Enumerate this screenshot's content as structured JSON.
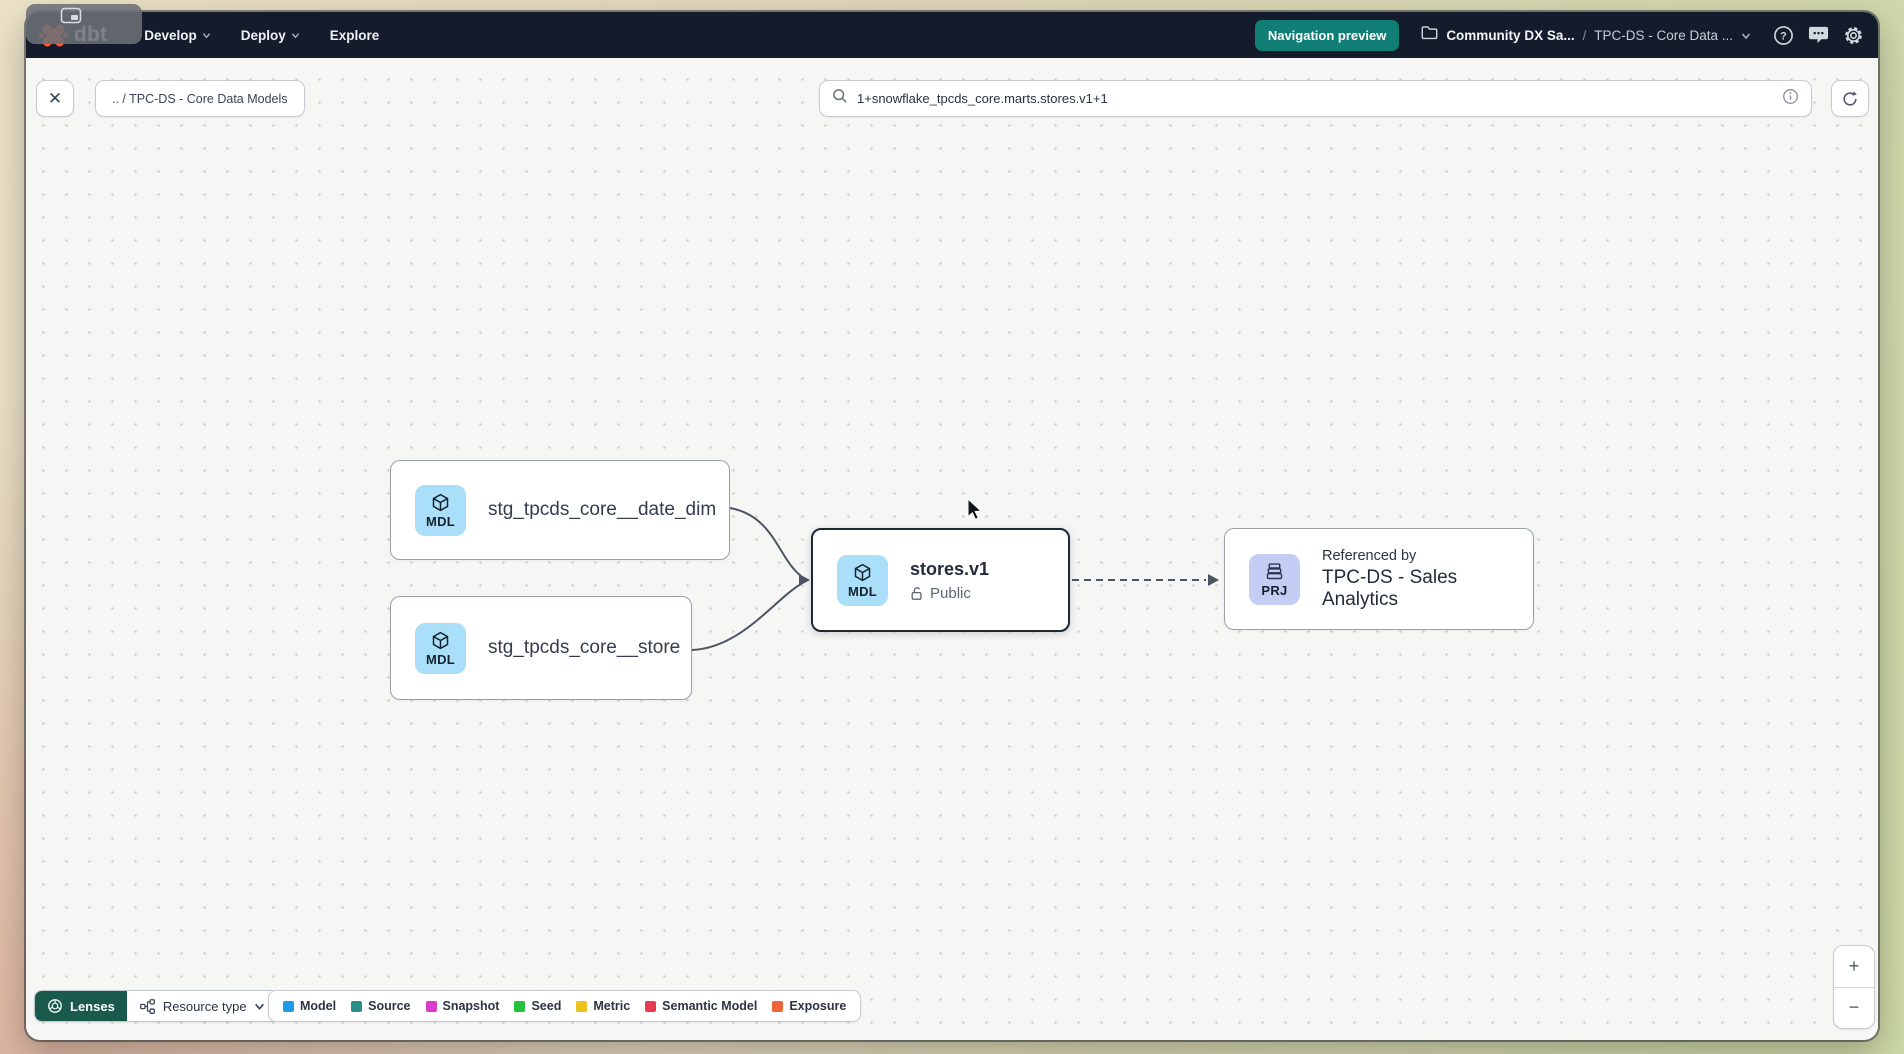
{
  "topnav": {
    "brand": "dbt",
    "menu": [
      {
        "label": "Develop"
      },
      {
        "label": "Deploy"
      },
      {
        "label": "Explore"
      }
    ],
    "preview_badge": "Navigation preview",
    "account": "Community DX Sa...",
    "breadcrumb_sep": "/",
    "project": "TPC-DS - Core Data ..."
  },
  "toolbar": {
    "close": "✕",
    "path_chip": ".. / TPC-DS - Core Data Models",
    "search_value": "1+snowflake_tpcds_core.marts.stores.v1+1"
  },
  "graph": {
    "nodes": [
      {
        "badge": "MDL",
        "label": "stg_tpcds_core__date_dim"
      },
      {
        "badge": "MDL",
        "label": "stg_tpcds_core__store"
      },
      {
        "badge": "MDL",
        "label": "stores.v1",
        "access": "Public"
      },
      {
        "badge": "PRJ",
        "title": "Referenced by",
        "label": "TPC-DS - Sales Analytics"
      }
    ]
  },
  "controls": {
    "lenses": "Lenses",
    "resource_type": "Resource type",
    "zoom_in": "+",
    "zoom_out": "−"
  },
  "legend": [
    {
      "label": "Model",
      "color": "#1c9be8"
    },
    {
      "label": "Source",
      "color": "#2a8f88"
    },
    {
      "label": "Snapshot",
      "color": "#da3bc8"
    },
    {
      "label": "Seed",
      "color": "#23c13e"
    },
    {
      "label": "Metric",
      "color": "#ecc31c"
    },
    {
      "label": "Semantic Model",
      "color": "#e93a52"
    },
    {
      "label": "Exposure",
      "color": "#ee6437"
    }
  ]
}
